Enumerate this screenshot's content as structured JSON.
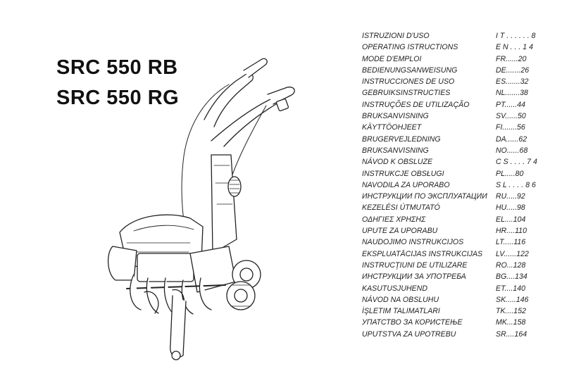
{
  "cover": {
    "models": [
      "SRC 550 RB",
      "SRC 550 RG"
    ]
  },
  "toc": [
    {
      "label": "ISTRUZIONI D'USO",
      "page": "I T . . . . . . 8"
    },
    {
      "label": "OPERATING ISTRUCTIONS",
      "page": "E N . . . 1 4"
    },
    {
      "label": "MODE D'EMPLOI",
      "page": "FR......20"
    },
    {
      "label": "BEDIENUNGSANWEISUNG",
      "page": "DE.......26"
    },
    {
      "label": "INSTRUCCIONES DE USO",
      "page": "ES.......32"
    },
    {
      "label": "GEBRUIKSINSTRUCTIES",
      "page": "NL.......38"
    },
    {
      "label": "INSTRUÇÕES DE UTILIZAÇÃO",
      "page": "PT......44"
    },
    {
      "label": "BRUKSANVISNING",
      "page": "SV......50"
    },
    {
      "label": "KÄYTTÖOHJEET",
      "page": "FI.......56"
    },
    {
      "label": "BRUGERVEJLEDNING",
      "page": "DA......62"
    },
    {
      "label": "BRUKSANVISNING",
      "page": "NO......68"
    },
    {
      "label": "NÁVOD K OBSLUZE",
      "page": "C S . . . . 7 4"
    },
    {
      "label": "INSTRUKCJE OBSŁUGI",
      "page": "PL.....80"
    },
    {
      "label": "NAVODILA ZA UPORABO",
      "page": "S L . . . . 8 6"
    },
    {
      "label": "ИНСТРУКЦИИ ПО ЭКСПЛУАТАЦИИ",
      "page": "RU.....92"
    },
    {
      "label": "KEZELÉSI ÚTMUTATÓ",
      "page": "HU.....98"
    },
    {
      "label": "ΟΔΗΓΙΕΣ ΧΡΗΣΗΣ",
      "page": "EL....104"
    },
    {
      "label": "UPUTE ZA UPORABU",
      "page": "HR....110"
    },
    {
      "label": "NAUDOJIMO INSTRUKCIJOS",
      "page": "LT.....116"
    },
    {
      "label": "EKSPLUATĀCIJAS INSTRUKCIJAS",
      "page": "LV......122"
    },
    {
      "label": "INSTRUCŢIUNI DE UTILIZARE",
      "page": "RO...128"
    },
    {
      "label": "ИНСТРУКЦИИ ЗА УПОТРЕБА",
      "page": "BG....134"
    },
    {
      "label": "KASUTUSJUHEND",
      "page": "ET....140"
    },
    {
      "label": "NÁVOD NA OBSLUHU",
      "page": "SK.....146"
    },
    {
      "label": "İŞLETIM TALIMATLARI",
      "page": "TK....152"
    },
    {
      "label": "УПАТСТВО ЗА КОРИСТЕЊЕ",
      "page": "MK...158"
    },
    {
      "label": "UPUTSTVA ZA UPOTREBU",
      "page": "SR....164"
    }
  ]
}
